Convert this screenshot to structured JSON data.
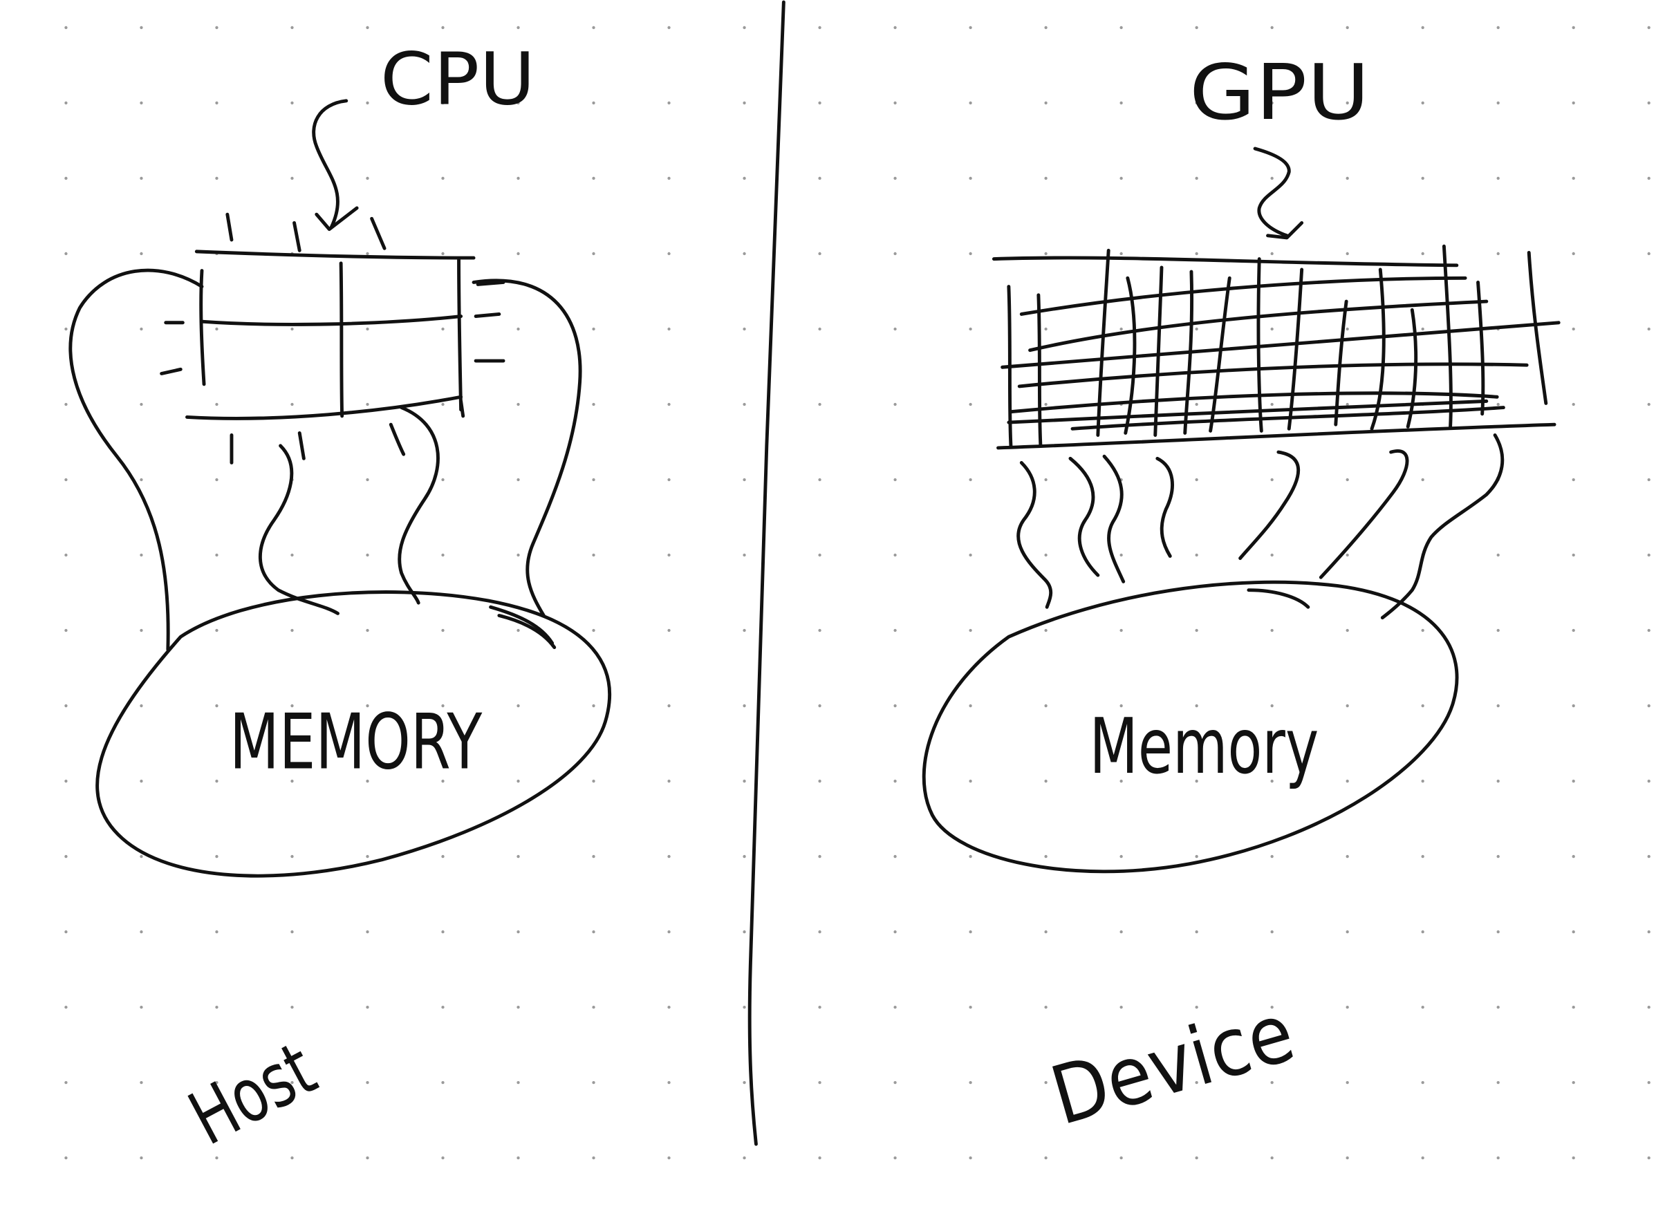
{
  "labels": {
    "cpu": "CPU",
    "gpu": "GPU",
    "host_memory": "MEMORY",
    "device_memory": "Memory",
    "host": "Host",
    "device": "Device"
  },
  "colors": {
    "ink": "#111111",
    "paper": "#ffffff",
    "dots": "#9a9a9a"
  }
}
